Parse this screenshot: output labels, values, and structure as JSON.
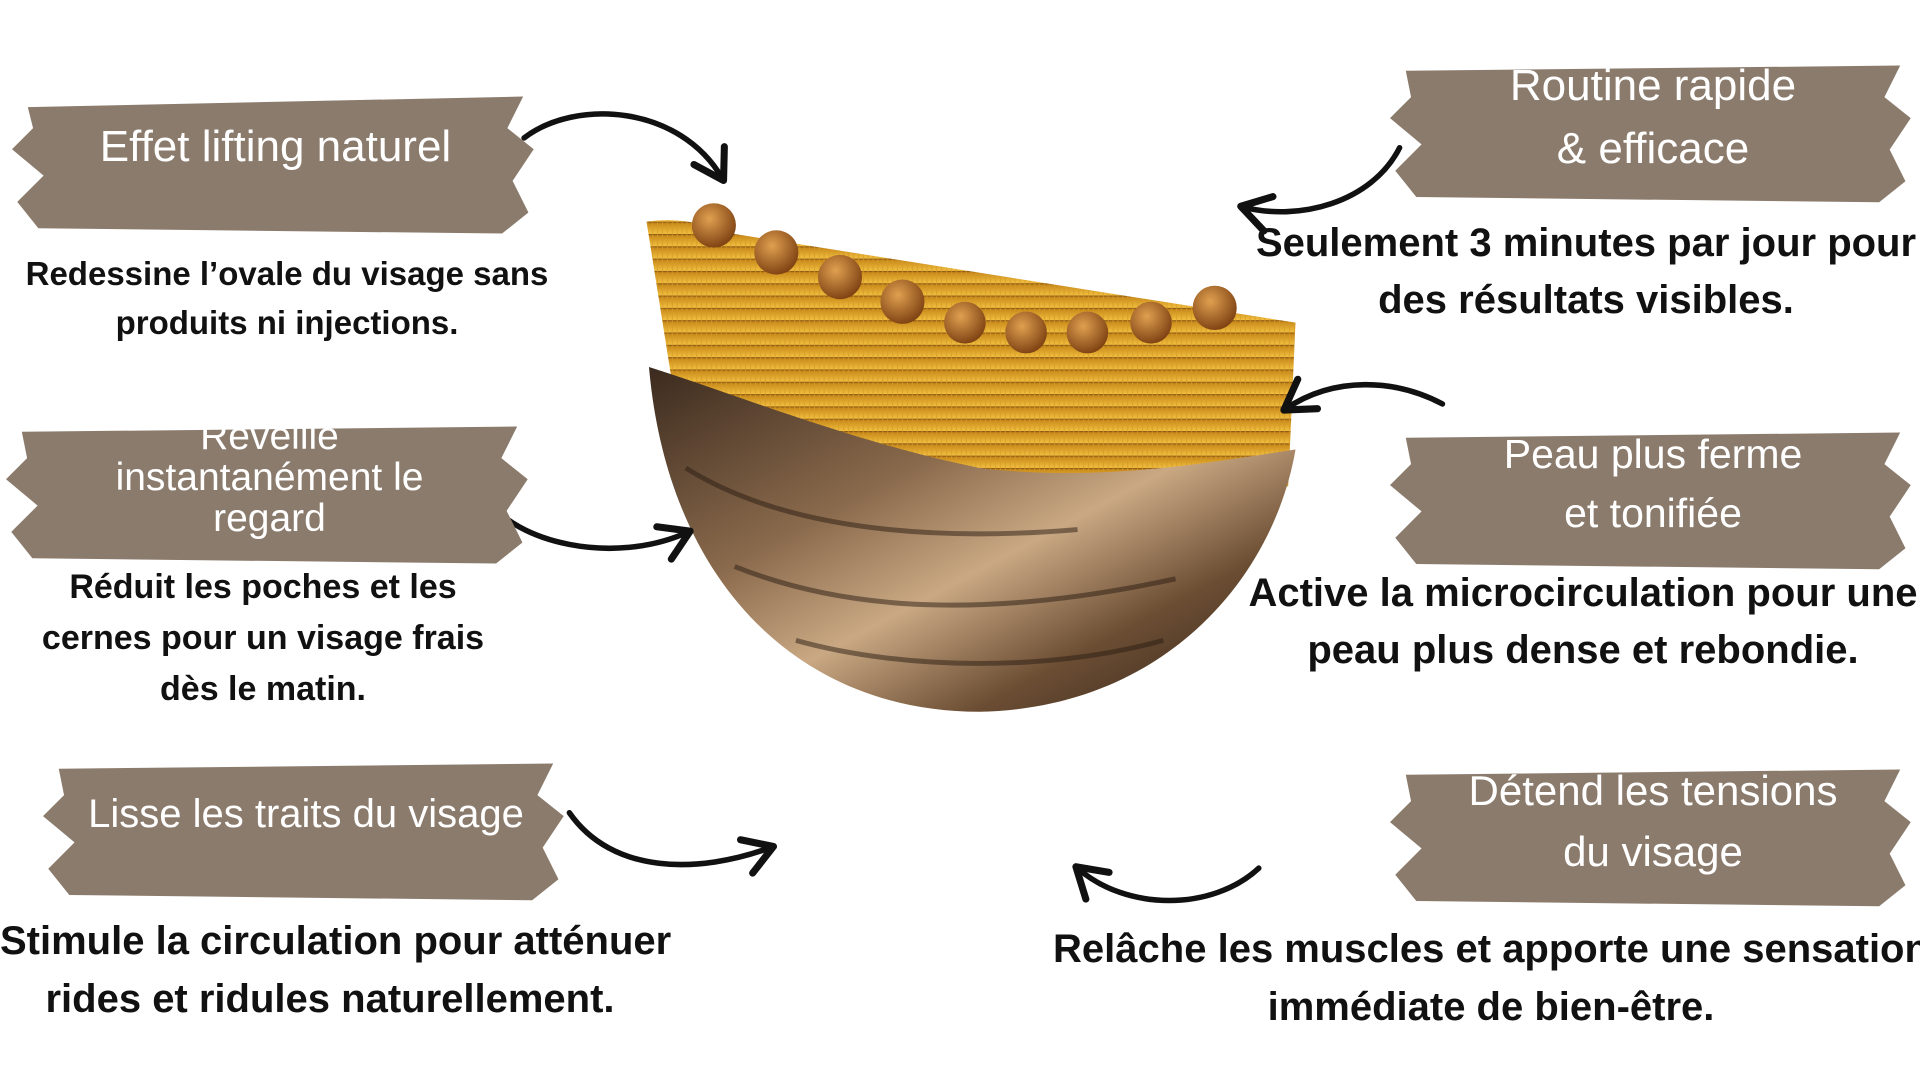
{
  "colors": {
    "banner": "#8b7b6c",
    "text": "#111111",
    "arrow": "#111111"
  },
  "features": [
    {
      "title": [
        "Effet lifting naturel"
      ],
      "description": [
        "Redessine l’ovale du visage sans",
        "produits ni injections."
      ]
    },
    {
      "title": [
        "Réveille",
        "instantanément le",
        "regard"
      ],
      "description": [
        "Réduit les poches et les",
        "cernes pour un visage frais",
        "dès le matin."
      ]
    },
    {
      "title": [
        "Lisse les traits du visage"
      ],
      "description": [
        "Stimule la circulation pour atténuer",
        "rides et ridules naturellement."
      ]
    },
    {
      "title": [
        "Routine rapide",
        "& efficace"
      ],
      "description": [
        "Seulement 3 minutes par jour pour",
        "des résultats visibles."
      ]
    },
    {
      "title": [
        "Peau plus ferme",
        "et tonifiée"
      ],
      "description": [
        "Active la microcirculation pour une",
        "peau plus dense et rebondie."
      ]
    },
    {
      "title": [
        "Détend les tensions",
        "du visage"
      ],
      "description": [
        "Relâche les muscles et apporte une sensation",
        "immédiate de bien-être."
      ]
    }
  ]
}
